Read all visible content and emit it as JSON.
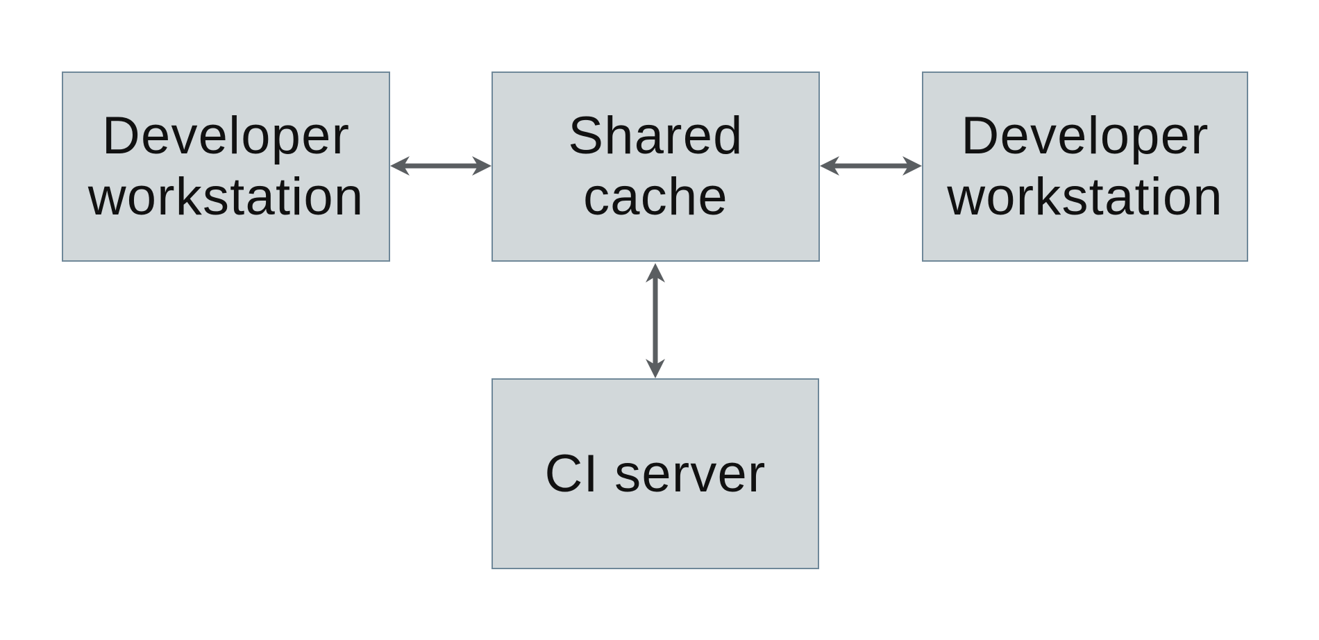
{
  "diagram": {
    "colors": {
      "background": "#ffffff",
      "node-fill": "#d2d8da",
      "node-border": "#6f8899",
      "arrow": "#5a5e61",
      "text": "#111111"
    },
    "nodes": [
      {
        "id": "developer-workstation-left",
        "label": "Developer workstation"
      },
      {
        "id": "shared-cache",
        "label": "Shared cache"
      },
      {
        "id": "developer-workstation-right",
        "label": "Developer workstation"
      },
      {
        "id": "ci-server",
        "label": "CI server"
      }
    ],
    "edges": [
      {
        "from": "developer-workstation-left",
        "to": "shared-cache",
        "style": "bidirectional-arrow"
      },
      {
        "from": "shared-cache",
        "to": "developer-workstation-right",
        "style": "bidirectional-arrow"
      },
      {
        "from": "shared-cache",
        "to": "ci-server",
        "style": "bidirectional-arrow"
      }
    ]
  }
}
